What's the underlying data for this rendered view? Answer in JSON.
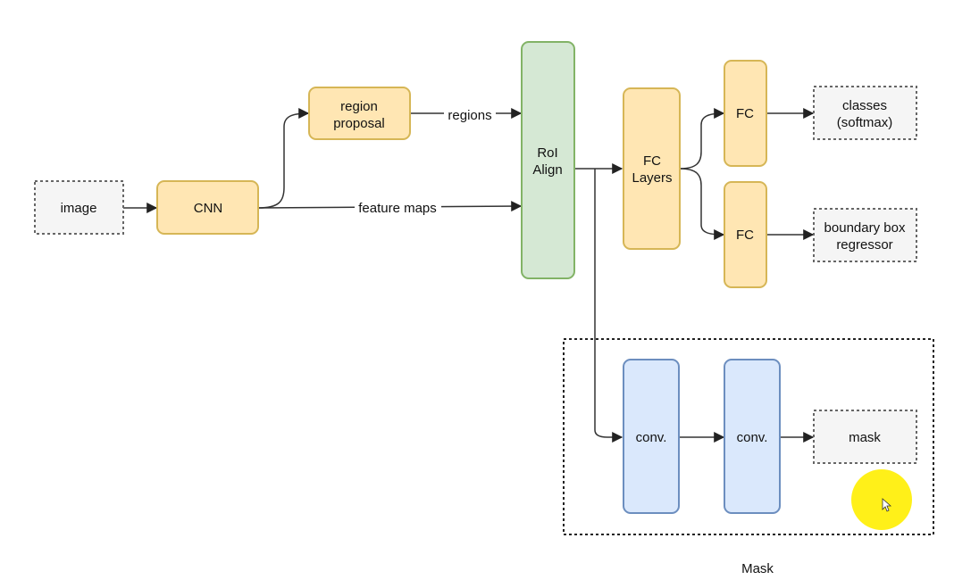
{
  "nodes": {
    "image": "image",
    "cnn": "CNN",
    "region_proposal": [
      "region",
      "proposal"
    ],
    "roi_align": [
      "RoI",
      "Align"
    ],
    "fc_layers": [
      "FC",
      "Layers"
    ],
    "fc_top": "FC",
    "fc_bottom": "FC",
    "classes": [
      "classes",
      "(softmax)"
    ],
    "bbox": [
      "boundary box",
      "regressor"
    ],
    "conv1": "conv.",
    "conv2": "conv.",
    "mask": "mask"
  },
  "edges": {
    "regions": "regions",
    "feature_maps": "feature maps"
  },
  "frames": {
    "mask_group": "Mask"
  },
  "colors": {
    "orange_fill": "#ffe6b3",
    "orange_stroke": "#d6b656",
    "green_fill": "#d5e8d4",
    "green_stroke": "#82b366",
    "blue_fill": "#dae8fc",
    "blue_stroke": "#6c8ebf",
    "gray_fill": "#f5f5f5",
    "gray_stroke": "#666666",
    "cursor_highlight": "#ffee00"
  }
}
